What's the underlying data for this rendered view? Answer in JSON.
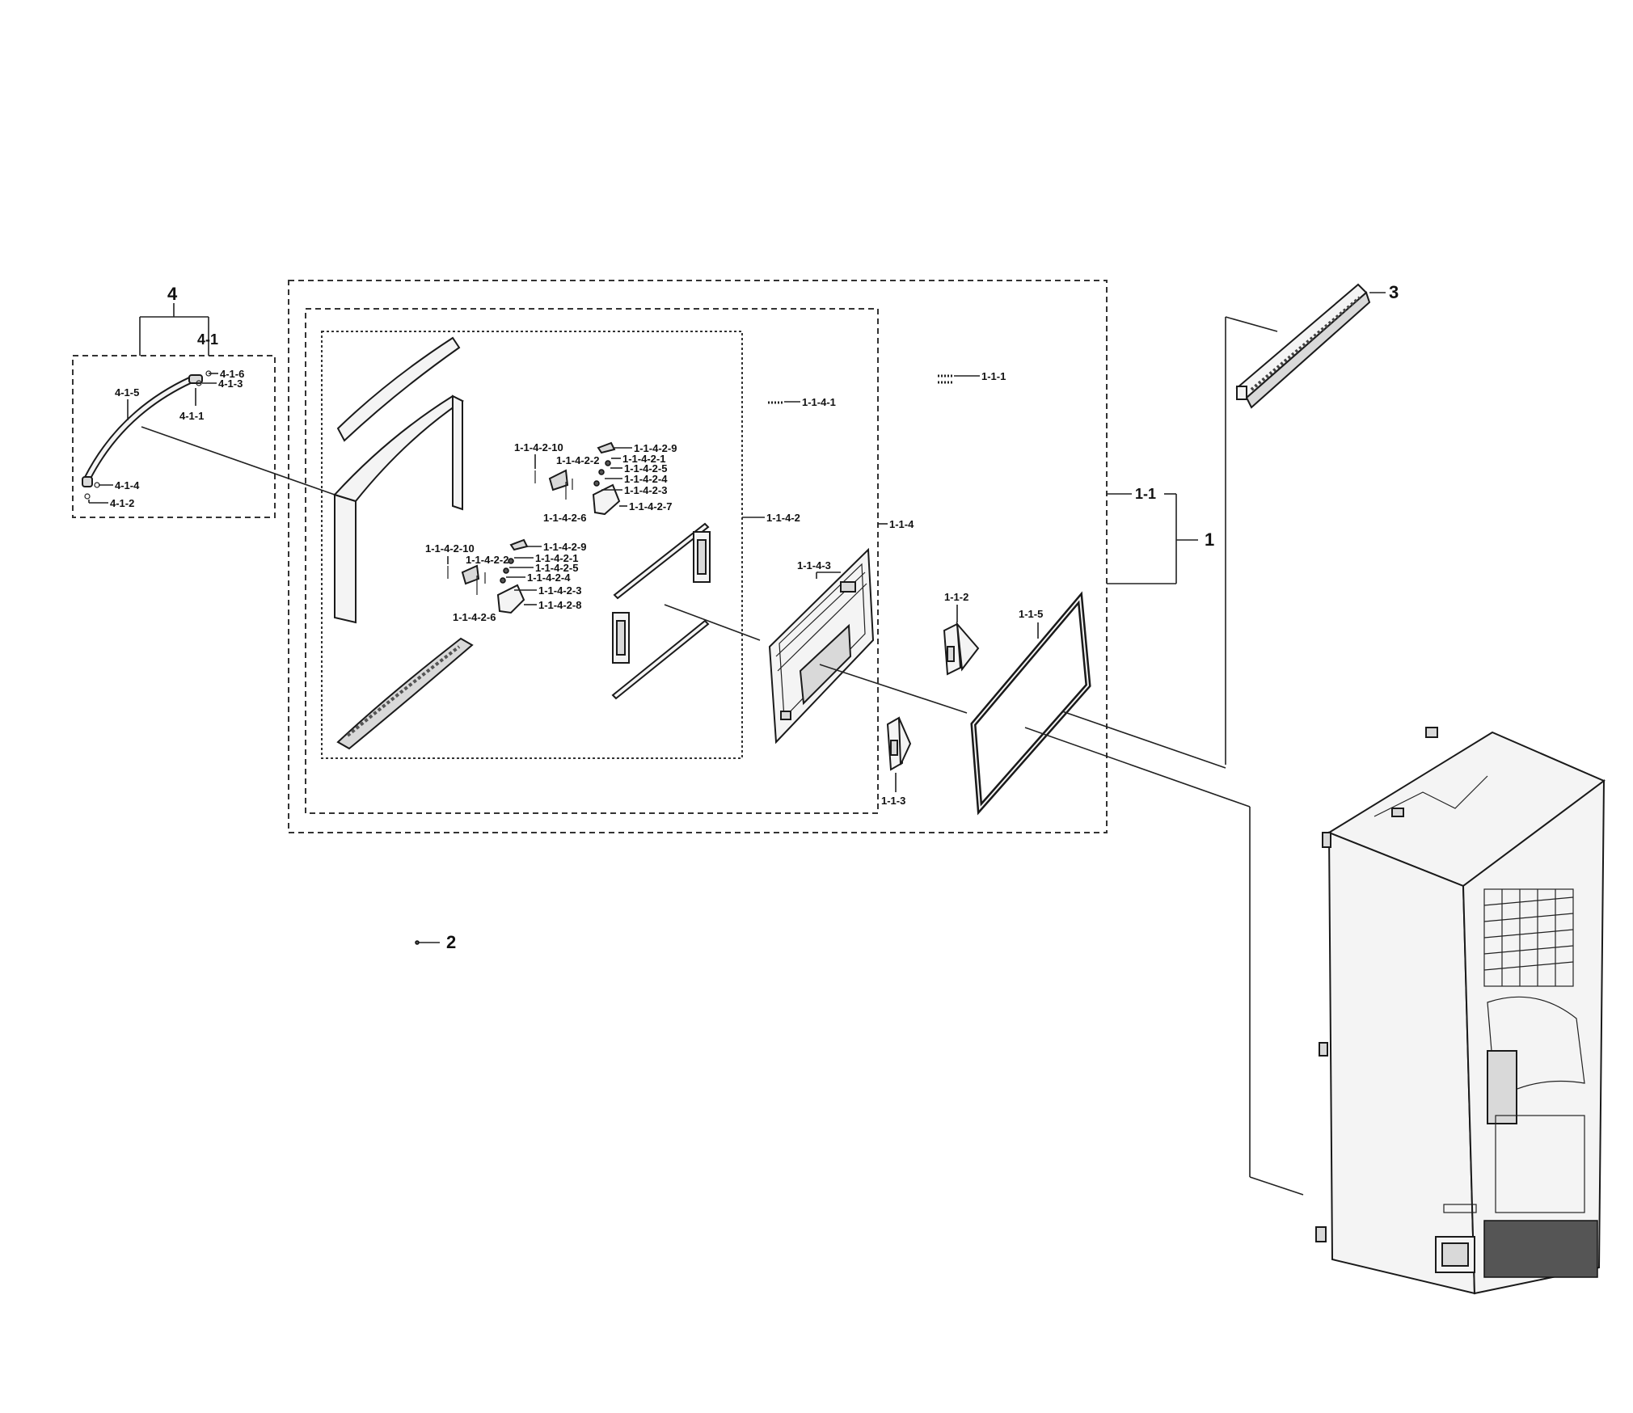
{
  "labels": {
    "l4": "4",
    "l4_1": "4-1",
    "l4_1_6": "4-1-6",
    "l4_1_3": "4-1-3",
    "l4_1_5": "4-1-5",
    "l4_1_1": "4-1-1",
    "l4_1_4": "4-1-4",
    "l4_1_2": "4-1-2",
    "l1_1_4_1": "1-1-4-1",
    "l1_1_1": "1-1-1",
    "l1_1_4_2_10a": "1-1-4-2-10",
    "l1_1_4_2_9a": "1-1-4-2-9",
    "l1_1_4_2_2a": "1-1-4-2-2",
    "l1_1_4_2_1a": "1-1-4-2-1",
    "l1_1_4_2_5a": "1-1-4-2-5",
    "l1_1_4_2_4a": "1-1-4-2-4",
    "l1_1_4_2_3a": "1-1-4-2-3",
    "l1_1_4_2_6a": "1-1-4-2-6",
    "l1_1_4_2_7": "1-1-4-2-7",
    "l1_1_4_2": "1-1-4-2",
    "l1_1_4": "1-1-4",
    "l1_1": "1-1",
    "l1": "1",
    "l3": "3",
    "l1_1_4_2_10b": "1-1-4-2-10",
    "l1_1_4_2_9b": "1-1-4-2-9",
    "l1_1_4_2_2b": "1-1-4-2-2",
    "l1_1_4_2_1b": "1-1-4-2-1",
    "l1_1_4_2_5b": "1-1-4-2-5",
    "l1_1_4_2_4b": "1-1-4-2-4",
    "l1_1_4_2_3b": "1-1-4-2-3",
    "l1_1_4_2_6b": "1-1-4-2-6",
    "l1_1_4_2_8": "1-1-4-2-8",
    "l1_1_4_3": "1-1-4-3",
    "l1_1_2": "1-1-2",
    "l1_1_5": "1-1-5",
    "l1_1_3": "1-1-3",
    "l2": "2"
  }
}
